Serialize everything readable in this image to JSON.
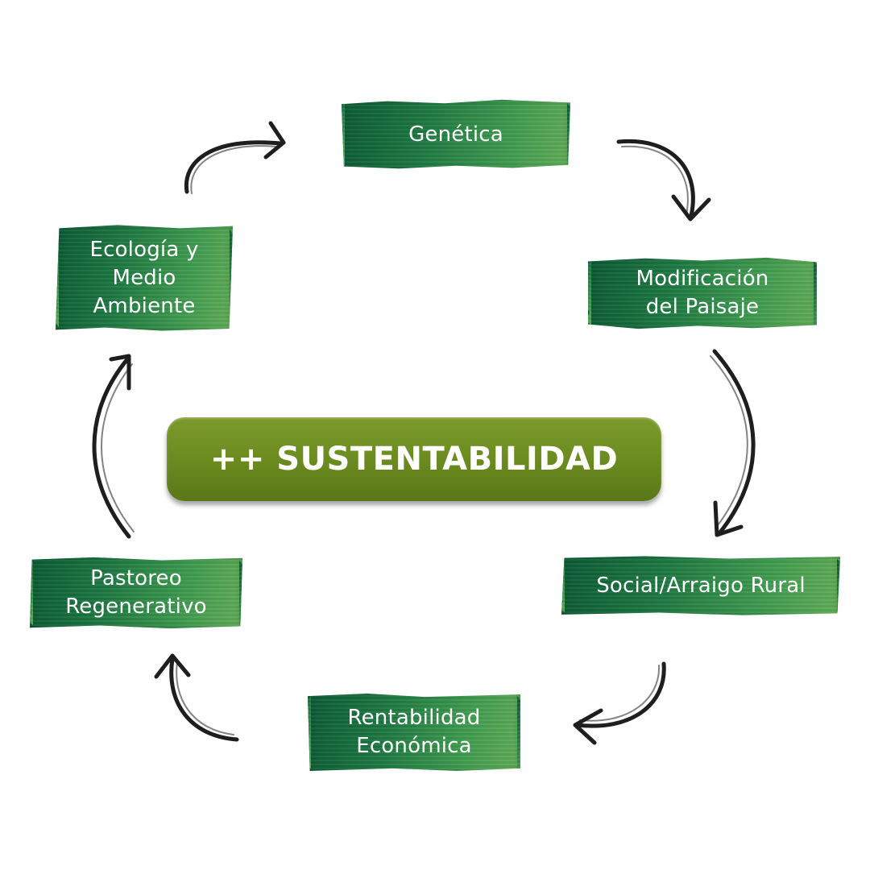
{
  "center": {
    "label": "++ SUSTENTABILIDAD",
    "color": "#6a8a1f"
  },
  "nodes": {
    "genetica": {
      "lines": [
        "Genética"
      ]
    },
    "modificacion": {
      "lines": [
        "Modificación",
        "del Paisaje"
      ]
    },
    "social": {
      "lines": [
        "Social/Arraigo Rural"
      ]
    },
    "rentabilidad": {
      "lines": [
        "Rentabilidad",
        "Económica"
      ]
    },
    "pastoreo": {
      "lines": [
        "Pastoreo",
        "Regenerativo"
      ]
    },
    "ecologia": {
      "lines": [
        "Ecología y",
        "Medio",
        "Ambiente"
      ]
    }
  },
  "colors": {
    "node_dark": "#0c5a36",
    "node_light": "#63ad58",
    "arrow": "#1e1e1e"
  }
}
